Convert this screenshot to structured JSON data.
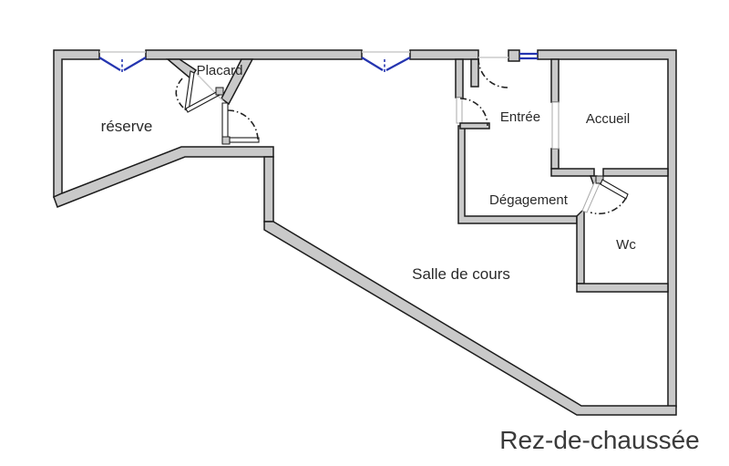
{
  "title": "Rez-de-chaussée",
  "rooms": [
    {
      "id": "reserve",
      "label": "réserve"
    },
    {
      "id": "placard",
      "label": "Placard"
    },
    {
      "id": "entree",
      "label": "Entrée"
    },
    {
      "id": "accueil",
      "label": "Accueil"
    },
    {
      "id": "degagement",
      "label": "Dégagement"
    },
    {
      "id": "wc",
      "label": "Wc"
    },
    {
      "id": "salle-de-cours",
      "label": "Salle de cours"
    }
  ],
  "colors": {
    "wall_fill": "#c9c9c9",
    "wall_stroke": "#1c1c1c",
    "window_blue": "#2535b0",
    "arc_color": "#222222",
    "threshold": "#cccccc",
    "label_color": "#2a2a2a",
    "title_color": "#3a3a3a"
  }
}
